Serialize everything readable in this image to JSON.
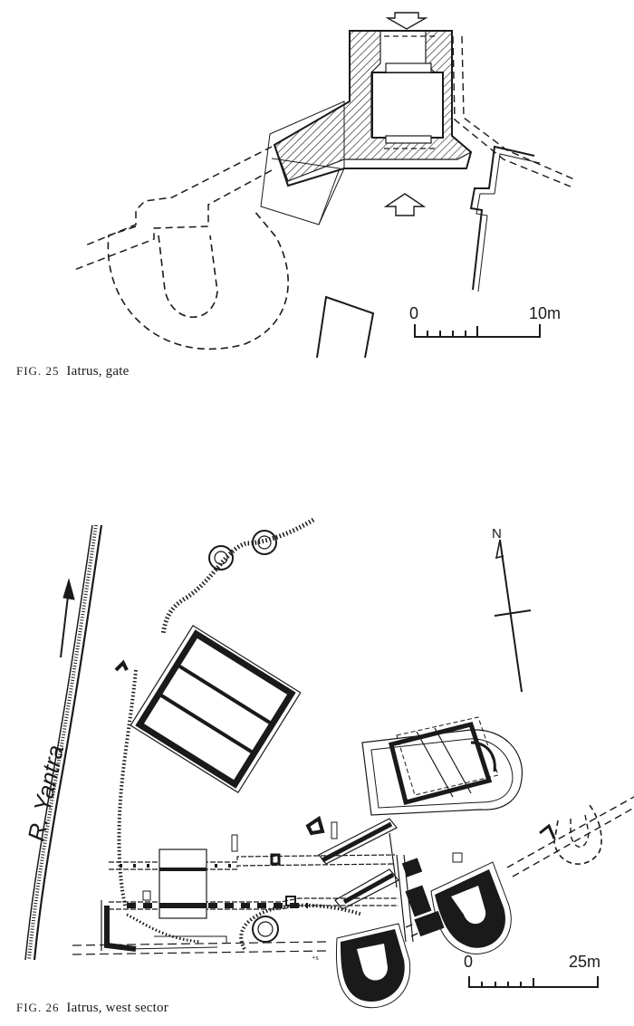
{
  "fig25": {
    "caption_prefix": "FIG. 25",
    "caption_text": "Iatrus, gate",
    "scale_zero": "0",
    "scale_end": "10m"
  },
  "fig26": {
    "caption_prefix": "FIG. 26",
    "caption_text": "Iatrus, west sector",
    "river_label": "R. Yantra",
    "north_label": "N",
    "scale_zero": "0",
    "scale_end": "25m"
  }
}
